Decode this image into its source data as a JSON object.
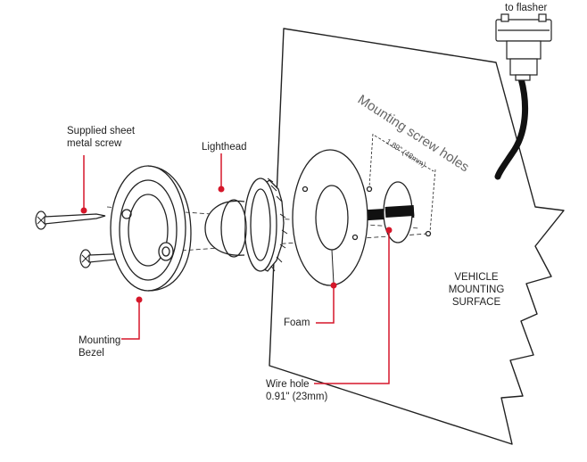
{
  "colors": {
    "leader": "#d5172a",
    "outline": "#222222",
    "cable": "#111111",
    "angle_text": "#666666"
  },
  "labels": {
    "to_flasher": "to flasher",
    "screw_line1": "Supplied sheet",
    "screw_line2": "metal screw",
    "lighthead": "Lighthead",
    "bezel_line1": "Mounting",
    "bezel_line2": "Bezel",
    "foam": "Foam",
    "wirehole_line1": "Wire hole",
    "wirehole_line2": "0.91\" (23mm)",
    "surface_line1": "VEHICLE",
    "surface_line2": "MOUNTING",
    "surface_line3": "SURFACE",
    "mounting_screw_holes": "Mounting screw holes",
    "spacing": "1.89\" (48mm)"
  },
  "icons": [
    "connector-icon",
    "screw-icon",
    "bezel-icon",
    "lighthead-icon",
    "foam-gasket-icon"
  ]
}
